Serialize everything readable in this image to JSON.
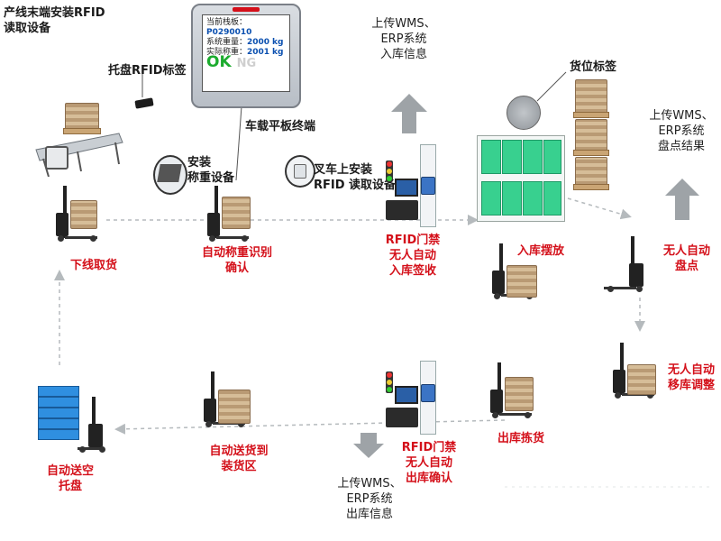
{
  "top_left": {
    "line_end_title": "产线末端安装RFID\n读取设备",
    "pallet_tag": "托盘RFID标签"
  },
  "tablet": {
    "line1": "当前栈板：",
    "line2": "P0290010",
    "line3_label": "系统重量：",
    "line3_value": "2000",
    "line3_unit": "kg",
    "line4_label": "实际称重：",
    "line4_value": "2001",
    "line4_unit": "kg",
    "ok": "OK",
    "ng": "NG",
    "caption": "车载平板终端"
  },
  "weigh_device": "安装\n称重设备",
  "forklift_rfid": "叉车上安装\nRFID 读取设备",
  "upload_inbound": "上传WMS、\nERP系统\n入库信息",
  "location_tag": "货位标签",
  "upload_inventory": "上传WMS、\nERP系统\n盘点结果",
  "steps": {
    "offline_pickup": "下线取货",
    "auto_weigh": "自动称重识别\n确认",
    "rfid_inbound": "RFID门禁\n无人自动\n入库签收",
    "inbound_place": "入库摆放",
    "auto_inventory": "无人自动\n盘点",
    "auto_relocate": "无人自动\n移库调整",
    "outbound_pick": "出库拣货",
    "rfid_outbound": "RFID门禁\n无人自动\n出库确认",
    "auto_deliver": "自动送货到\n装货区",
    "auto_empty_pallet": "自动送空\n托盘"
  },
  "upload_outbound": "上传WMS、\nERP系统\n出库信息",
  "colors": {
    "step_text": "#d4101a",
    "ok": "#1bab2e",
    "arrow": "#9ea3a7",
    "dash": "#b5babd",
    "shelf_cell": "#38d08f",
    "reader": "#3b74c5"
  },
  "icons": [
    "conveyor-icon",
    "rfid-reader-icon",
    "rfid-tag-icon",
    "tablet-icon",
    "scale-icon",
    "forklift-icon",
    "rfid-gate-icon",
    "computer-icon",
    "traffic-light-icon",
    "shelf-icon",
    "location-tag-icon",
    "upload-arrow-icon",
    "download-arrow-icon",
    "blue-pallet-icon"
  ]
}
